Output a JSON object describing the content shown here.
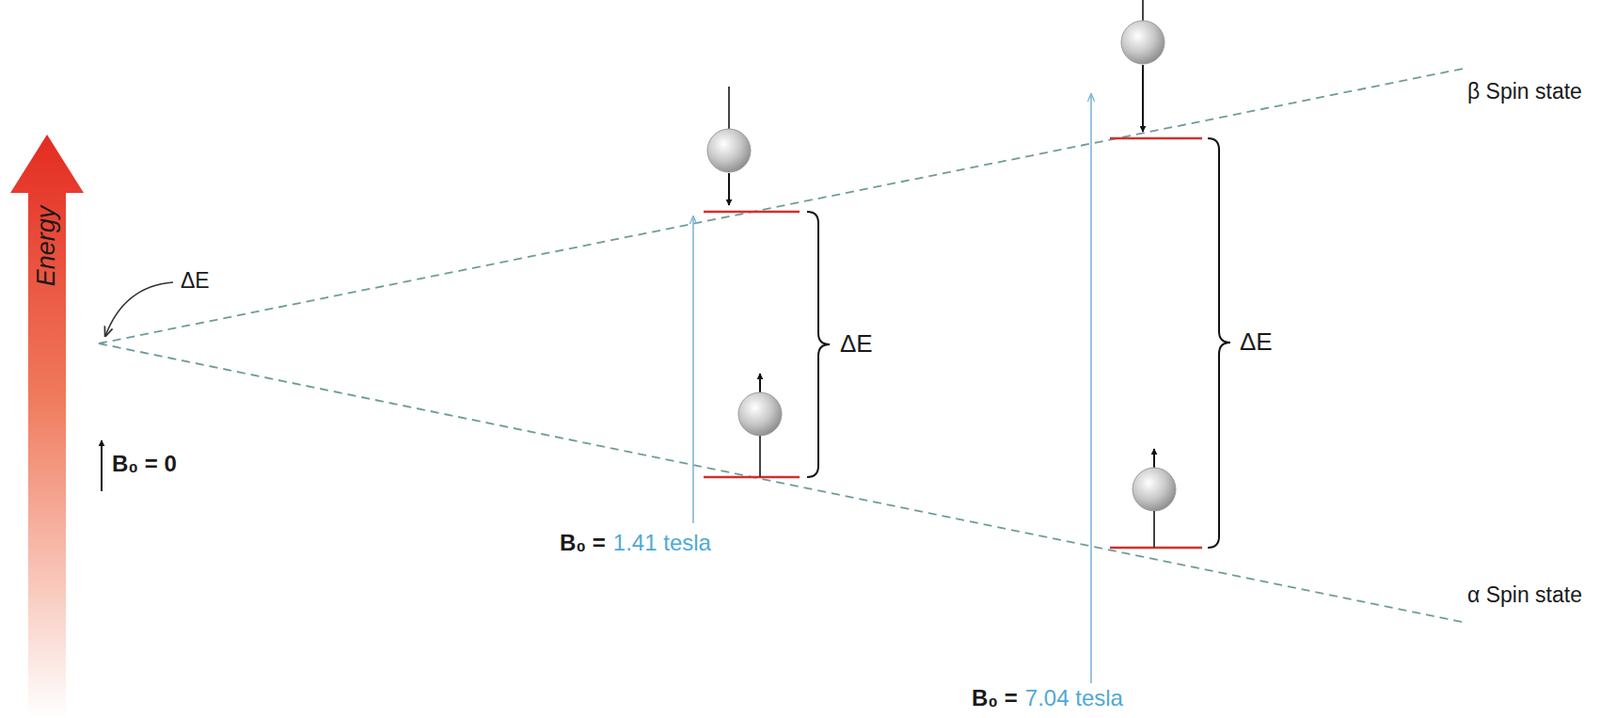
{
  "diagram": {
    "labels": [
      "β Spin state",
      "Energy",
      "ΔE",
      "ΔE",
      "ΔE",
      "B₀ = 0",
      "B₀ =",
      "1.41 tesla",
      "α Spin state",
      "B₀ =",
      "7.04 tesla"
    ]
  }
}
